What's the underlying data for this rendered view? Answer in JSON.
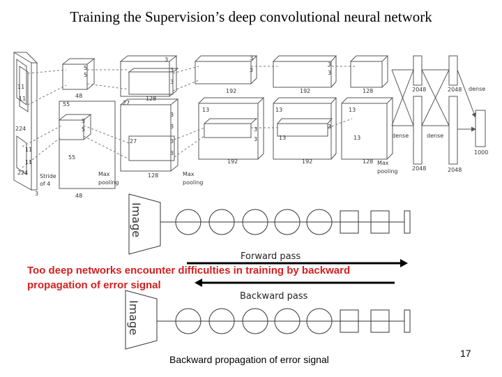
{
  "slide": {
    "title": "Training the Supervision’s deep convolutional neural network",
    "note_line1": "Too deep networks encounter difficulties in training by backward",
    "note_line2": "propagation of error signal",
    "caption": "Backward propagation of error signal",
    "page_number": "17"
  },
  "arch": {
    "stride": [
      "Stride",
      "of 4"
    ],
    "pool1": [
      "Max",
      "pooling"
    ],
    "pool2": [
      "Max",
      "pooling"
    ],
    "pool3": [
      "Max",
      "pooling"
    ],
    "dense": "dense",
    "n3": "3",
    "n5": "5",
    "n11": "11",
    "n13": "13",
    "n27": "27",
    "n48": "48",
    "n55": "55",
    "n128": "128",
    "n192": "192",
    "n224": "224",
    "n1000": "1000",
    "n2048": "2048"
  },
  "training": {
    "image_label": "Image",
    "forward": "Forward pass",
    "backward": "Backward pass"
  },
  "colors": {
    "note": "#d42020",
    "lines": "#555555",
    "arrows": "#000000"
  }
}
